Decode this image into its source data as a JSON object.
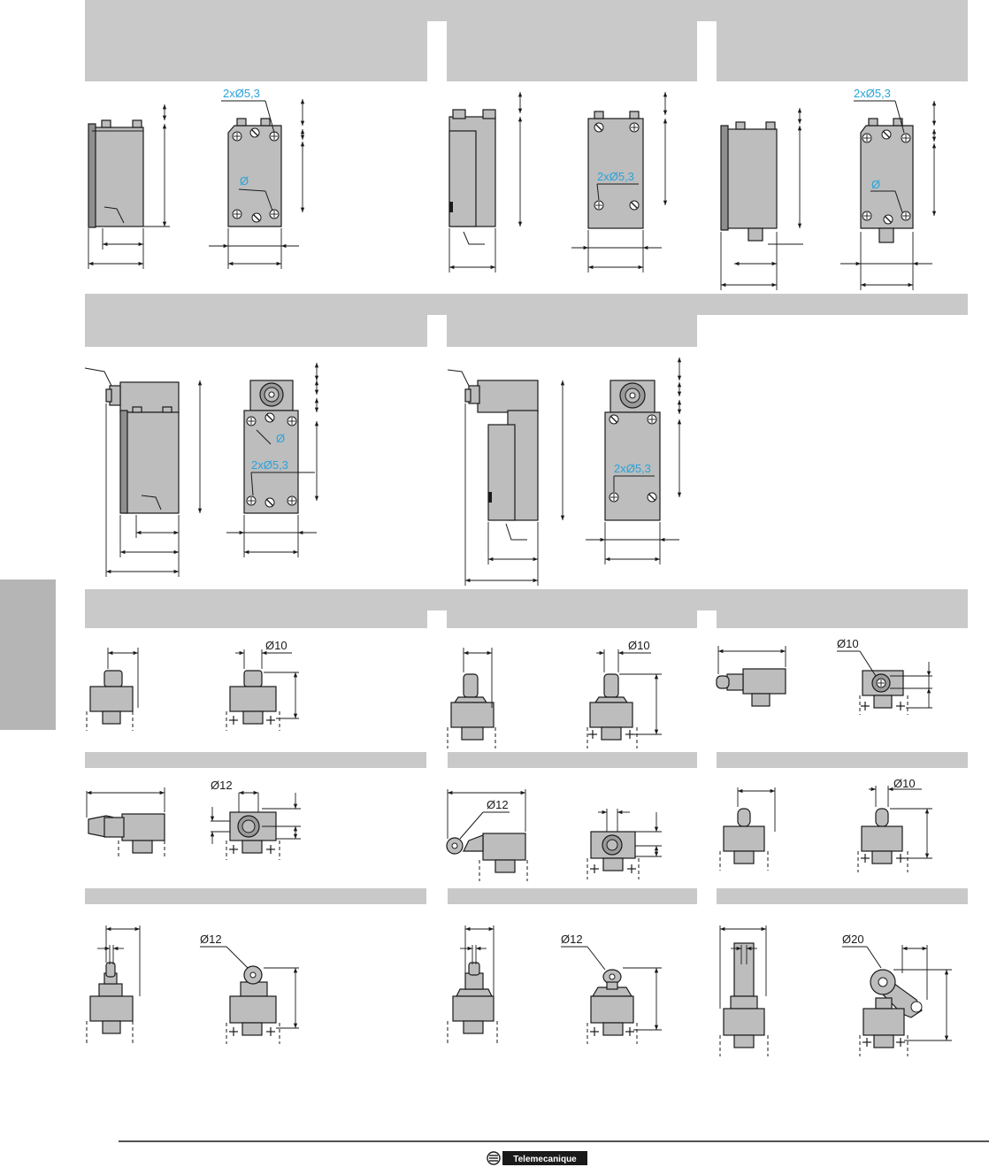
{
  "labels": {
    "hole2x": "2xØ5,3",
    "dia": "Ø",
    "d10": "Ø10",
    "d12": "Ø12",
    "d20": "Ø20"
  },
  "footer": {
    "brand": "Telemecanique"
  },
  "colors": {
    "band": "#c9c9c9",
    "side_tab": "#b5b5b5",
    "label_blue": "#29a3d9",
    "body_grey": "#bdbdbd"
  }
}
